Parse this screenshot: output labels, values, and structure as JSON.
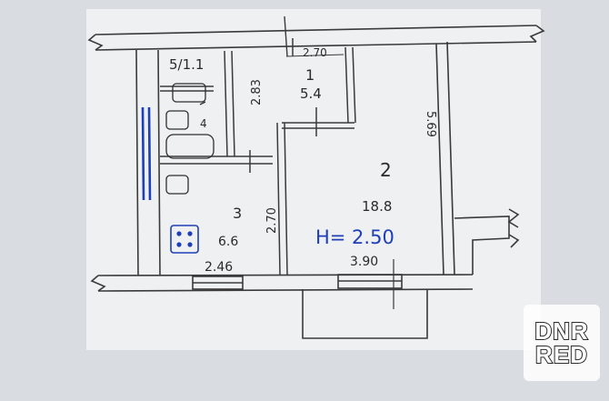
{
  "watermark": {
    "line1": "DNR",
    "line2": "RED"
  },
  "plan": {
    "labels": {
      "wc_size": "5/1.1",
      "room1_number": "1",
      "room1_area": "5.4",
      "room1_width": "2.70",
      "room1_depth": "2.83",
      "room2_number": "2",
      "room2_area": "18.8",
      "room2_depth": "5.69",
      "room2_width": "3.90",
      "room3_number": "3",
      "room3_area": "6.6",
      "room3_depth": "2.70",
      "room3_width": "2.46",
      "bath_number": "4",
      "height_note": "H= 2.50"
    }
  },
  "colors": {
    "ink": "#2a2a2a",
    "blue_ink": "#1f3fb8",
    "paper": "#eef0f2"
  }
}
